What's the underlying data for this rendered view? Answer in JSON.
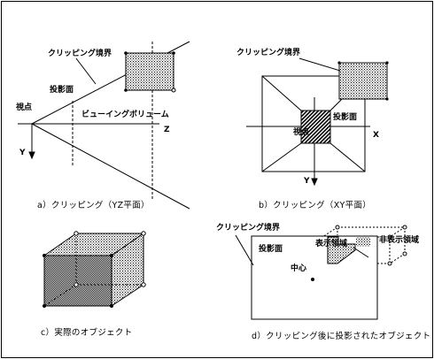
{
  "panel_a": {
    "clipping_boundary": "クリッピング境界",
    "projection_plane": "投影面",
    "viewpoint": "視点",
    "view_volume": "ビューイングボリューム",
    "axis_z": "Z",
    "axis_y": "Y",
    "caption": "a）クリッピング（YZ平面）"
  },
  "panel_b": {
    "clipping_boundary": "クリッピング境界",
    "projection_plane": "投影面",
    "viewpoint": "視点",
    "axis_x": "X",
    "axis_y": "Y",
    "caption": "b）クリッピング（XY平面）"
  },
  "panel_c": {
    "caption": "c）実際のオブジェクト"
  },
  "panel_d": {
    "clipping_boundary": "クリッピング境界",
    "projection_plane": "投影面",
    "display_area": "表示領域",
    "non_display_area": "非表示領域",
    "center": "中心",
    "caption": "d）クリッピング後に投影されたオブジェクト"
  }
}
